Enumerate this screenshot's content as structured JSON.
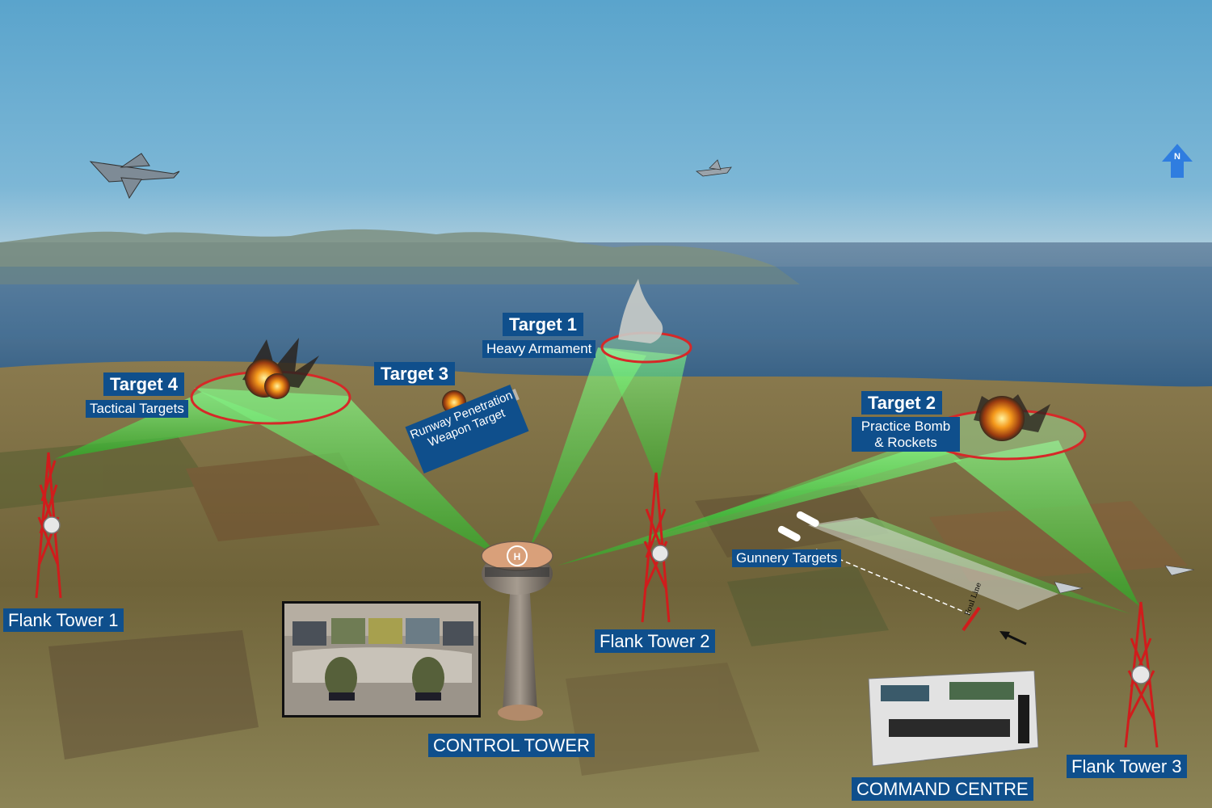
{
  "targets": {
    "target1": {
      "title": "Target 1",
      "subtitle": "Heavy Armament"
    },
    "target2": {
      "title": "Target 2",
      "subtitle_line1": "Practice Bomb",
      "subtitle_line2": "& Rockets"
    },
    "target3": {
      "title": "Target 3",
      "subtitle_line1": "Runway Penetration",
      "subtitle_line2": "Weapon Target"
    },
    "target4": {
      "title": "Target 4",
      "subtitle": "Tactical Targets"
    }
  },
  "gunnery": {
    "label": "Gunnery Targets",
    "foul_line": "Foul Line"
  },
  "towers": {
    "flank1": "Flank Tower 1",
    "flank2": "Flank Tower 2",
    "flank3": "Flank Tower 3",
    "control": "CONTROL TOWER"
  },
  "command": {
    "label": "COMMAND CENTRE"
  },
  "compass": {
    "label": "N"
  },
  "colors": {
    "sky_top": "#5aa4cc",
    "sea": "#3f6d94",
    "land": "#7b6c45",
    "coverage_beam": "#3fd43f",
    "target_ring": "#d62828",
    "label_bg": "#0f4f8c",
    "tower_red": "#d01c1c",
    "compass_arrow": "#2f7de0"
  }
}
